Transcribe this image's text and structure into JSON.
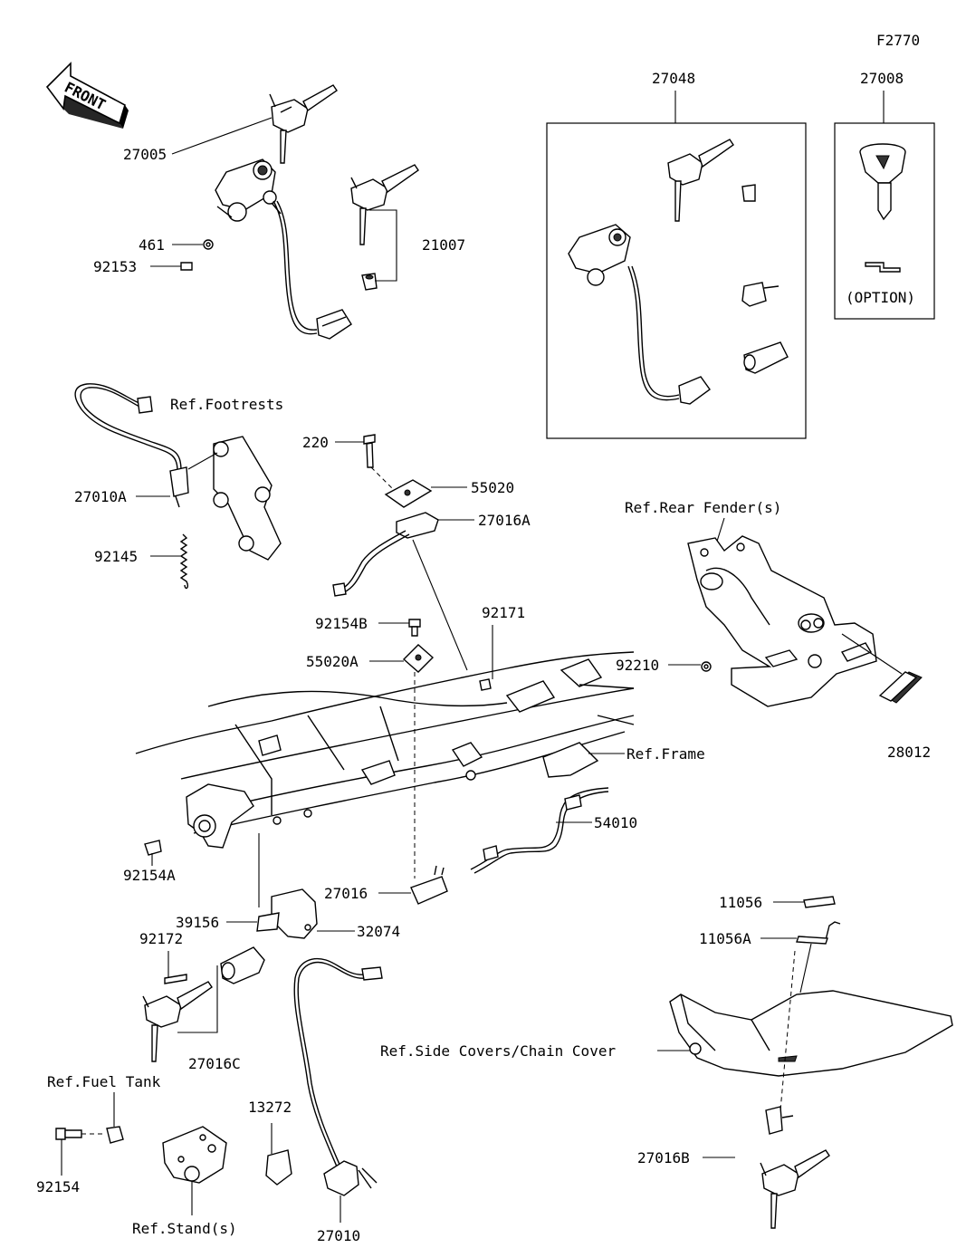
{
  "figure_code": "F2770",
  "front_label": "FRONT",
  "labels": {
    "p27005": "27005",
    "p461": "461",
    "p92153": "92153",
    "p21007": "21007",
    "p27048": "27048",
    "p27008": "27008",
    "option": "(OPTION)",
    "ref_footrests": "Ref.Footrests",
    "p27010A": "27010A",
    "p92145": "92145",
    "p220": "220",
    "p55020": "55020",
    "p27016A": "27016A",
    "ref_rear_fender": "Ref.Rear Fender(s)",
    "p92154B": "92154B",
    "p92171": "92171",
    "p55020A": "55020A",
    "p92210": "92210",
    "ref_frame": "Ref.Frame",
    "p28012": "28012",
    "p54010": "54010",
    "p92154A": "92154A",
    "p27016": "27016",
    "p39156": "39156",
    "p32074": "32074",
    "p92172": "92172",
    "p11056": "11056",
    "p11056A": "11056A",
    "p27016C": "27016C",
    "ref_side_covers": "Ref.Side Covers/Chain Cover",
    "ref_fuel_tank": "Ref.Fuel Tank",
    "p13272": "13272",
    "p27016B": "27016B",
    "p92154": "92154",
    "ref_stand": "Ref.Stand(s)",
    "p27010": "27010"
  }
}
